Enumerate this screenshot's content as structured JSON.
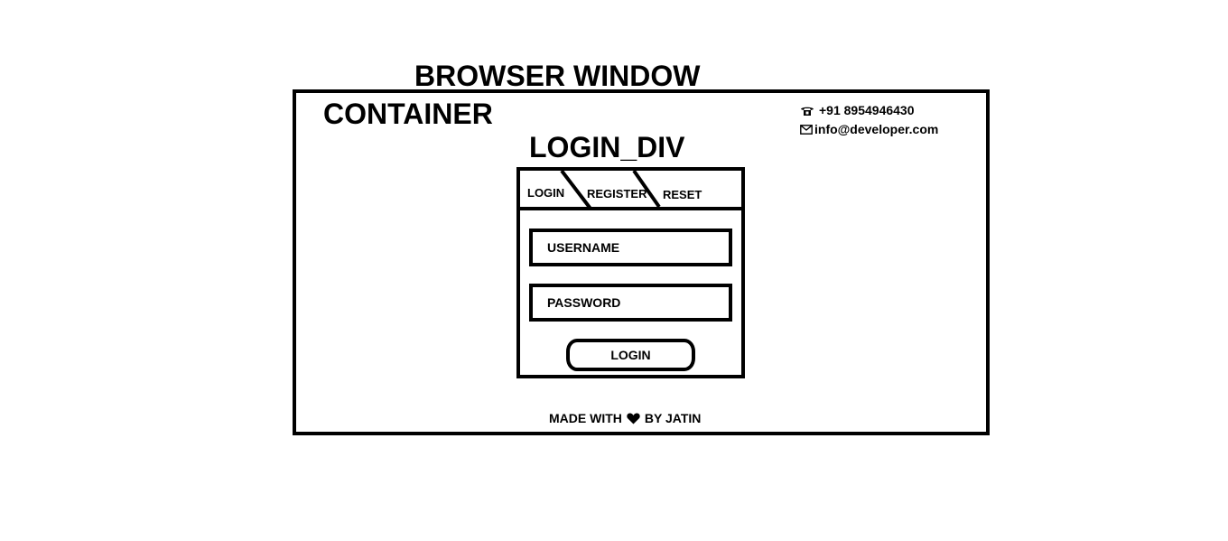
{
  "labels": {
    "browser_window": "BROWSER WINDOW",
    "container": "CONTAINER",
    "login_div": "LOGIN_DIV"
  },
  "contact": {
    "phone": "+91 8954946430",
    "phone_icon": "phone-icon",
    "email": "info@developer.com",
    "email_icon": "mail-icon"
  },
  "tabs": [
    {
      "label": "LOGIN"
    },
    {
      "label": "REGISTER"
    },
    {
      "label": "RESET"
    }
  ],
  "form": {
    "username_placeholder": "USERNAME",
    "password_placeholder": "PASSWORD",
    "login_button": "LOGIN"
  },
  "footer": {
    "prefix": "MADE WITH",
    "heart_icon": "heart-icon",
    "suffix": "BY JATIN"
  }
}
